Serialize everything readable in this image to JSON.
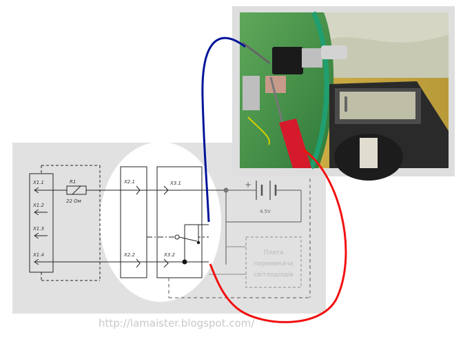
{
  "diagram": {
    "connectors": {
      "x1": [
        "X1.1",
        "X1.2",
        "X1.3",
        "X1.4"
      ],
      "x2": [
        "X2.1",
        "X2.2"
      ],
      "x3": [
        "X3.1",
        "X3.2"
      ]
    },
    "resistor": {
      "ref": "R1",
      "value": "22 Ом"
    },
    "battery": {
      "plus": "+",
      "voltage": "4.5V"
    },
    "board_label": [
      "Плата",
      "перемикача",
      "світлодіодів"
    ],
    "url": "http://lamaister.blogspot.com/"
  },
  "colors": {
    "panel": "#e1e1e1",
    "highlight": "#ffffff",
    "probe_blue": "#00149a",
    "probe_red": "#f21010",
    "photo_frame": "#dedede"
  }
}
